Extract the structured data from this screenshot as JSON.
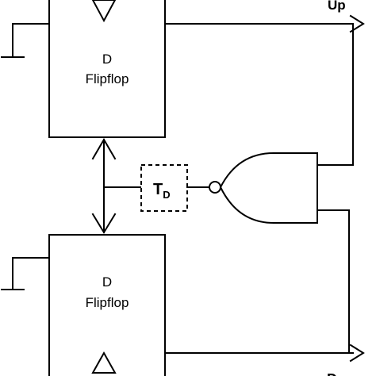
{
  "diagram": {
    "flipflop_top": {
      "line1": "D",
      "line2": "Flipflop"
    },
    "flipflop_bottom": {
      "line1": "D",
      "line2": "Flipflop"
    },
    "delay": {
      "symbol": "T",
      "subscript": "D"
    },
    "outputs": {
      "up": "Up",
      "down": "D"
    }
  }
}
